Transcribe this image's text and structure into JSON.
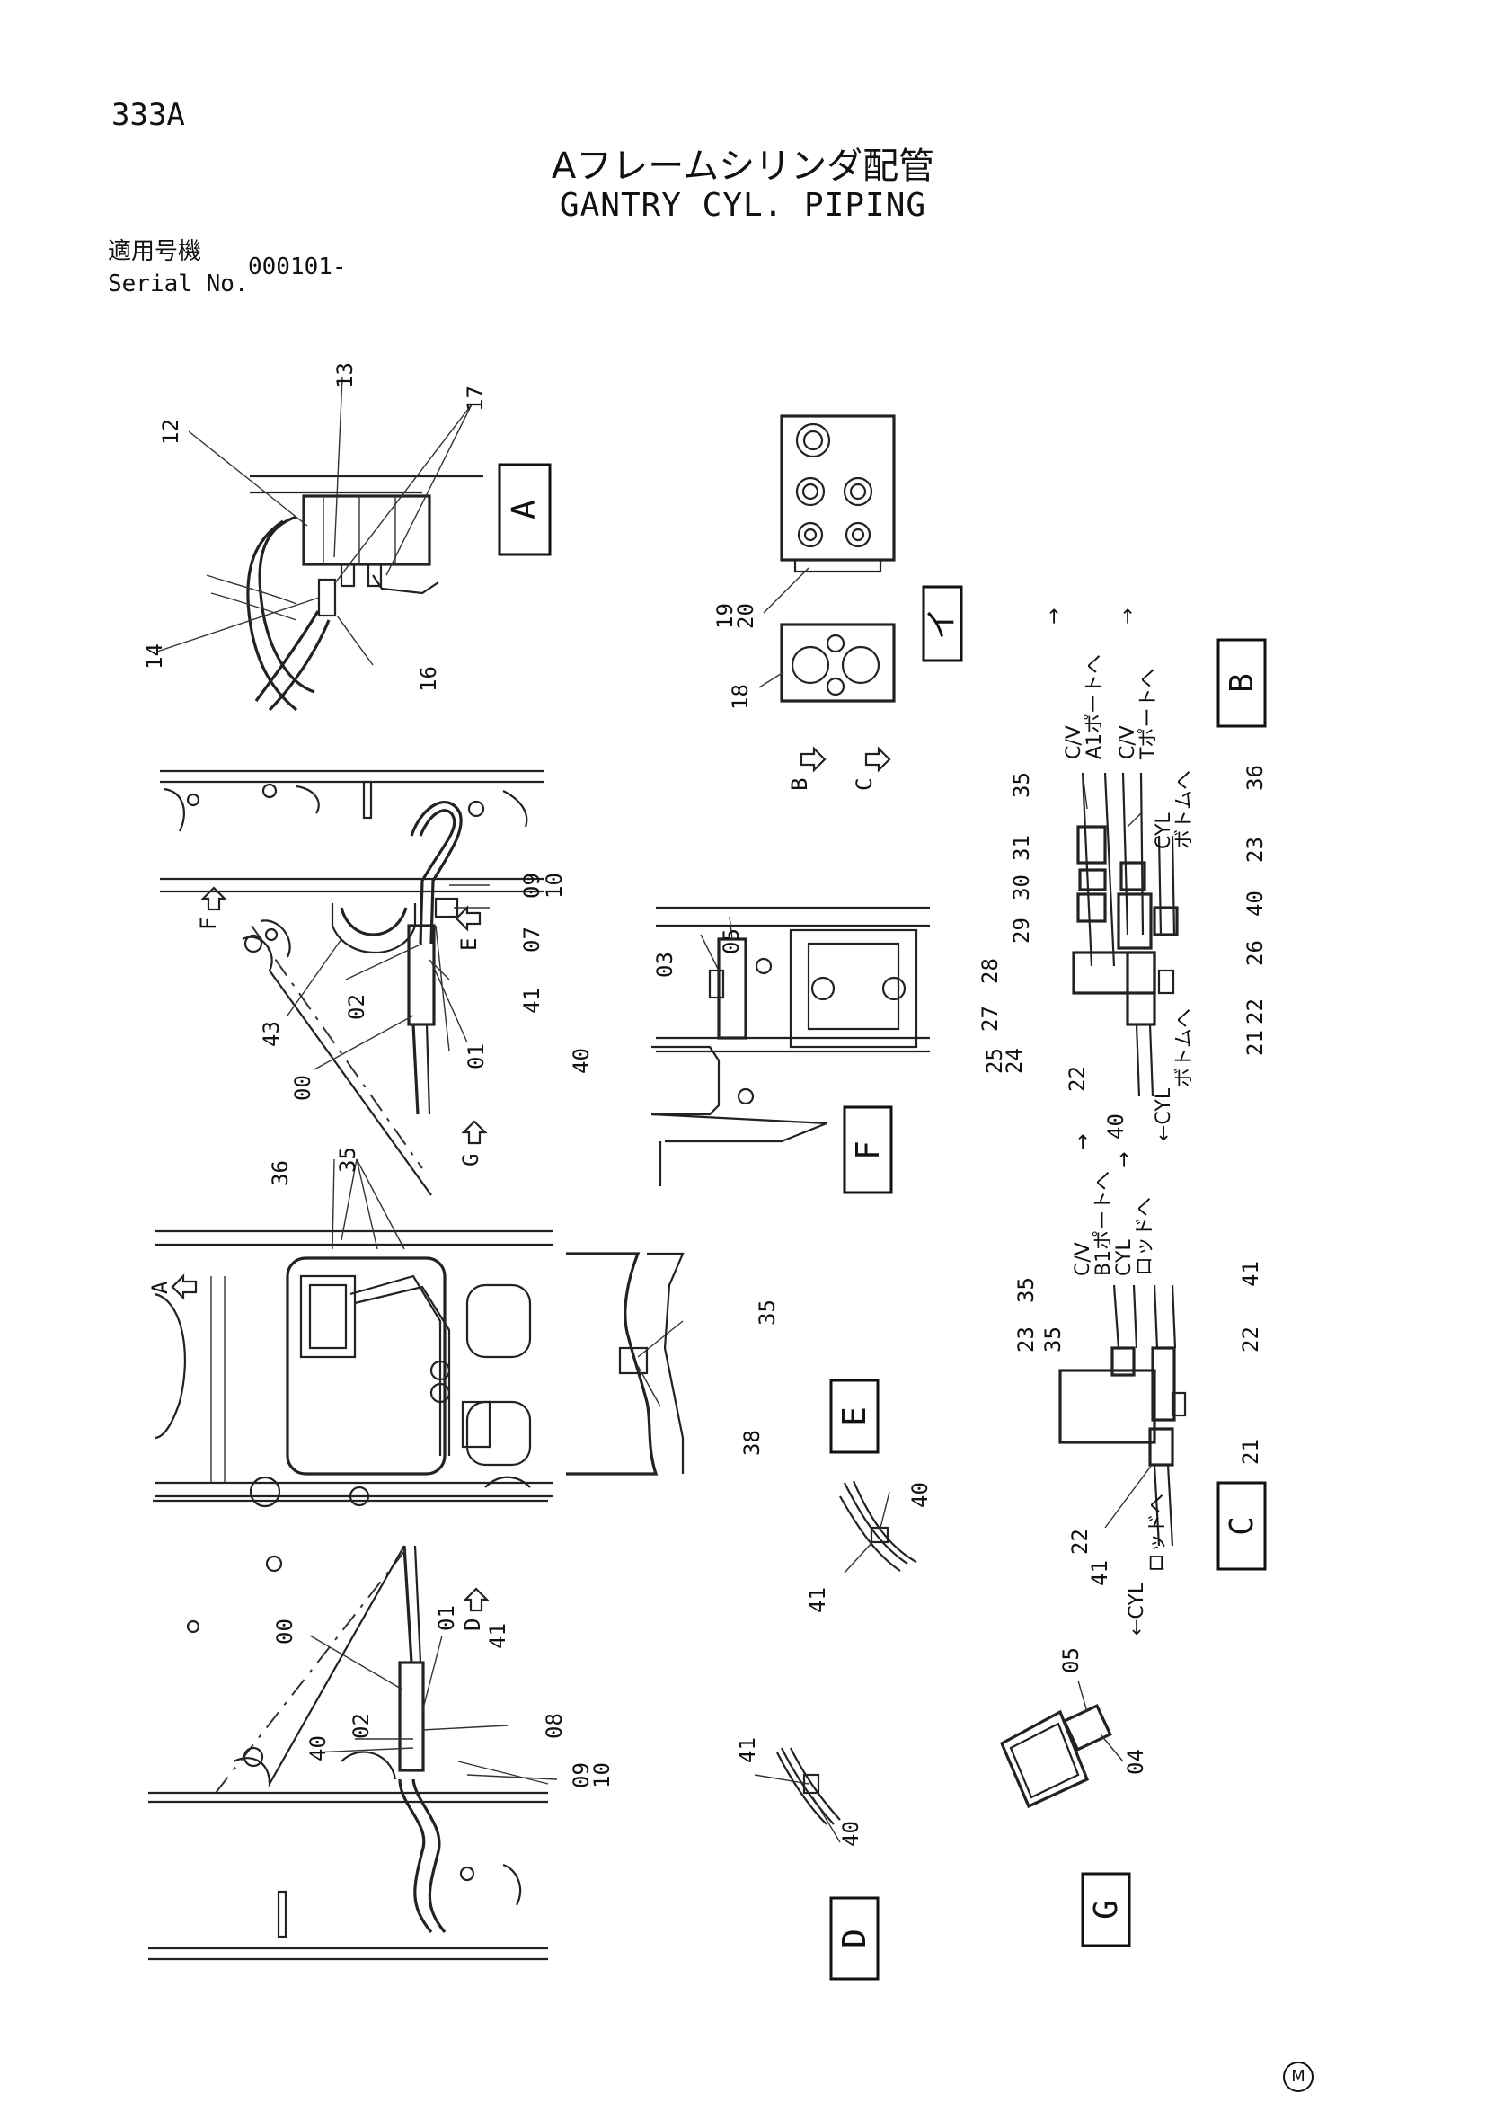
{
  "header": {
    "page_id": "333A",
    "title_jp": "Aフレームシリンダ配管",
    "title_en": "GANTRY CYL. PIPING",
    "serial_label_jp": "適用号機",
    "serial_label_en": "Serial No.",
    "serial_value": "000101-"
  },
  "view_tags": {
    "A": "A",
    "B": "B",
    "C": "C",
    "D": "D",
    "E": "E",
    "F": "F",
    "G": "G",
    "Y": "イ"
  },
  "arrow_labels": {
    "A": "A",
    "B": "B",
    "C": "C",
    "D": "D",
    "E": "E",
    "F": "F",
    "G": "G"
  },
  "parts": {
    "p00": "00",
    "p01": "01",
    "p02": "02",
    "p03": "03",
    "p04": "04",
    "p05": "05",
    "p07": "07",
    "p08": "08",
    "p09": "09",
    "p10": "10",
    "p12": "12",
    "p13": "13",
    "p14": "14",
    "p16": "16",
    "p17": "17",
    "p18": "18",
    "p19": "19",
    "p20": "20",
    "p21": "21",
    "p22": "22",
    "p23": "23",
    "p24": "24",
    "p25": "25",
    "p26": "26",
    "p27": "27",
    "p28": "28",
    "p29": "29",
    "p30": "30",
    "p31": "31",
    "p35": "35",
    "p36": "36",
    "p38": "38",
    "p40": "40",
    "p41": "41",
    "p43": "43"
  },
  "notes": {
    "cv_a1": "C/V",
    "cv_a1_port": "A1ポートへ",
    "cv_t": "C/V",
    "cv_t_port": "Tポートへ",
    "cyl_bottom_b": "CYL",
    "cyl_bottom_b2": "ボトムへ",
    "cyl_bottom_b3": "←CYL",
    "cyl_bottom_b4": "ボトムへ",
    "cv_b1": "C/V",
    "cv_b1_port": "B1ポートへ",
    "cyl_rod": "CYL",
    "cyl_rod_2": "ロッドへ",
    "cyl_rod_c": "←CYL",
    "cyl_rod_c2": "ロッドへ",
    "up_arrow": "→"
  },
  "footer": {
    "mark": "M"
  }
}
